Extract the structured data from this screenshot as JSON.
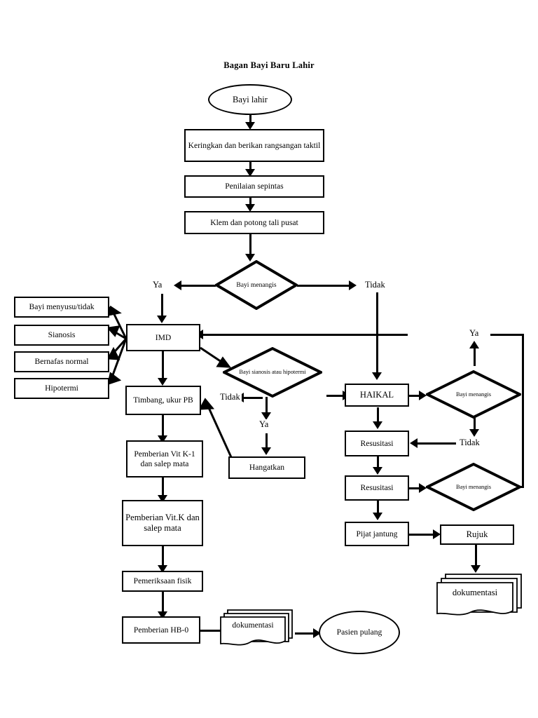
{
  "title": "Bagan Bayi Baru Lahir",
  "nodes": {
    "start": "Bayi lahir",
    "keringkan": "Keringkan dan berikan rangsangan taktil",
    "penilaian": "Penilaian sepintas",
    "klem": "Klem dan potong tali pusat",
    "bayi_menangis_1": "Bayi menangis",
    "imd": "IMD",
    "sianosis_check": "Bayi sianosis atau hipotermi",
    "timbang": "Timbang, ukur PB",
    "hangatkan": "Hangatkan",
    "vitk1": "Pemberian Vit K-1 dan salep mata",
    "vitk2": "Pemberian Vit.K dan salep mata",
    "pemeriksaan": "Pemeriksaan fisik",
    "hb0": "Pemberian HB-0",
    "dokumentasi_kiri": "dokumentasi",
    "pasien_pulang": "Pasien pulang",
    "haikal": "HAIKAL",
    "bayi_menangis_2": "Bayi menangis",
    "resusitasi_1": "Resusitasi",
    "bayi_menangis_3": "Bayi menangis",
    "resusitasi_2": "Resusitasi",
    "pijat": "Pijat jantung",
    "rujuk": "Rujuk",
    "dokumentasi_kanan": "dokumentasi"
  },
  "observation_boxes": [
    {
      "label": "Bayi menyusu/tidak"
    },
    {
      "label": "Sianosis"
    },
    {
      "label": "Bernafas normal"
    },
    {
      "label": "Hipotermi"
    }
  ],
  "edge_labels": {
    "ya_kiri": "Ya",
    "tidak_kanan": "Tidak",
    "ya_return_kanan": "Ya",
    "tidak_sianosis": "Tidak",
    "ya_sianosis": "Ya",
    "tidak_resusitasi": "Tidak"
  },
  "colors": {
    "stroke": "#000000",
    "background": "#ffffff"
  }
}
